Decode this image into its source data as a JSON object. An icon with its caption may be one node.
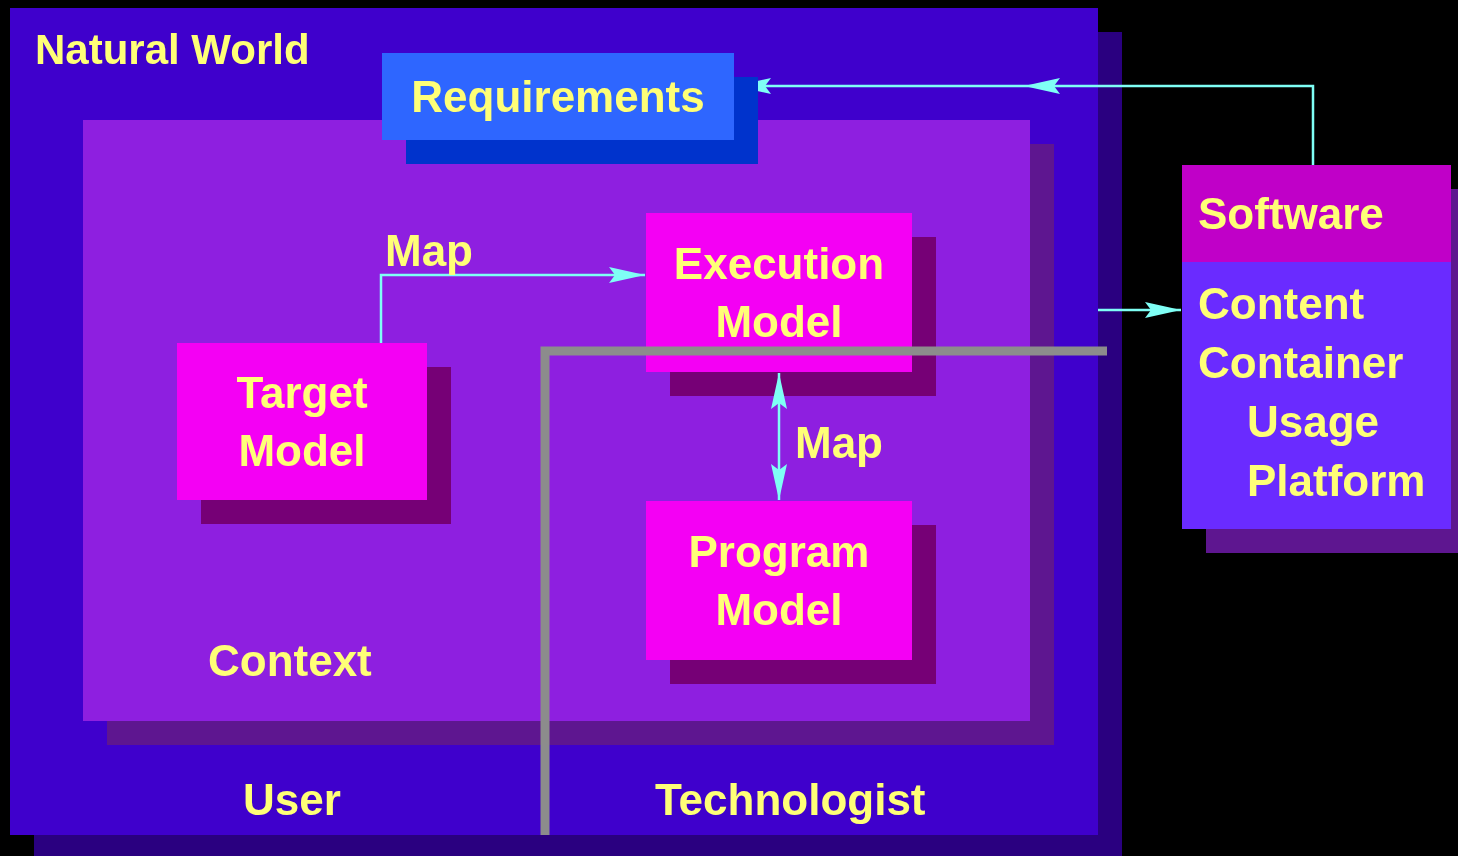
{
  "diagram": {
    "nodes": [
      {
        "text": [
          "Natural World"
        ]
      },
      {
        "text": [
          "Requirements"
        ],
        "in": 0
      },
      {
        "text": [
          "Context"
        ],
        "in": 0
      },
      {
        "text": [
          "Target Model"
        ],
        "in": 2
      },
      {
        "text": [
          "Execution Model"
        ],
        "in": 2
      },
      {
        "text": [
          "Program Model"
        ],
        "in": 2
      },
      {
        "text": [
          "Software",
          "Content",
          "Container",
          "Usage",
          "Platform"
        ]
      }
    ],
    "edges": [
      {
        "from": 6,
        "to": 1,
        "arrow": "to"
      },
      {
        "from": 3,
        "to": 4,
        "arrow": "to",
        "label": "Map"
      },
      {
        "from": 4,
        "to": 5,
        "arrow": "both",
        "label": "Map"
      },
      {
        "from": 0,
        "to": 6,
        "arrow": "to"
      }
    ],
    "labels": [
      "User",
      "Technologist"
    ]
  }
}
